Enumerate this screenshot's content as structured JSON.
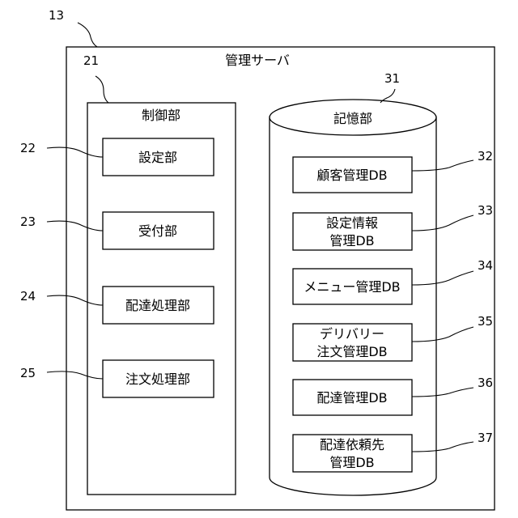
{
  "server": {
    "ref": "13",
    "label": "管理サーバ"
  },
  "control": {
    "ref": "21",
    "label": "制御部",
    "units": [
      {
        "ref": "22",
        "label": "設定部"
      },
      {
        "ref": "23",
        "label": "受付部"
      },
      {
        "ref": "24",
        "label": "配達処理部"
      },
      {
        "ref": "25",
        "label": "注文処理部"
      }
    ]
  },
  "storage": {
    "ref": "31",
    "label": "記憶部",
    "databases": [
      {
        "ref": "32",
        "line1": "顧客管理DB",
        "line2": ""
      },
      {
        "ref": "33",
        "line1": "設定情報",
        "line2": "管理DB"
      },
      {
        "ref": "34",
        "line1": "メニュー管理DB",
        "line2": ""
      },
      {
        "ref": "35",
        "line1": "デリバリー",
        "line2": "注文管理DB"
      },
      {
        "ref": "36",
        "line1": "配達管理DB",
        "line2": ""
      },
      {
        "ref": "37",
        "line1": "配達依頼先",
        "line2": "管理DB"
      }
    ]
  }
}
